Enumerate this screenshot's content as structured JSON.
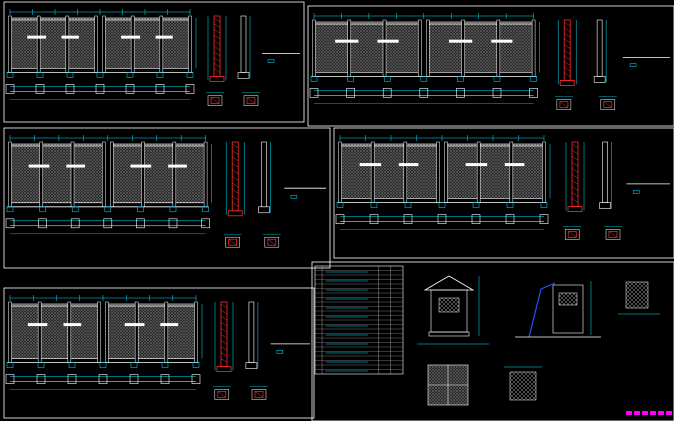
{
  "drawing": {
    "background": "#000000",
    "colors": {
      "sheet_border": "#ffffff",
      "dimension": "#00e5ff",
      "hatch_light": "#d8d8d8",
      "hatch_dark": "#9a9a9a",
      "pillar_red": "#ff2a2a",
      "guard_blue": "#2255ff",
      "marker_magenta": "#ff00ff",
      "text_yellow": "#ffff66"
    },
    "sheets_count": 5,
    "detail_sheet": {
      "schedule_rows": 24,
      "has_guardhouse_elevation": true,
      "has_gate_section": true,
      "has_plan_detail": true
    },
    "status_marker": {
      "color": "#ff00ff",
      "segments": 6
    }
  }
}
